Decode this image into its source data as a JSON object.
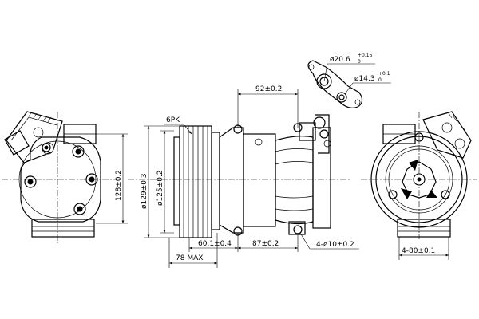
{
  "dimensions": {
    "height_128": "128±0.2",
    "dia_129": "ø129±0.3",
    "dia_125": "ø125±0.2",
    "belt_6pk": "6PK",
    "width_92": "92±0.2",
    "len_60": "60.1±0.4",
    "len_87": "87±0.2",
    "len_78max": "78 MAX",
    "holes_4x10": "4-ø10±0.2",
    "holes_4x80": "4-80±0.1",
    "port_dia20": "ø20.6",
    "port_dia20_tol": "+0.15",
    "port_dia20_tol2": "0",
    "port_dia14": "ø14.3",
    "port_dia14_tol": "+0.1",
    "port_dia14_tol2": "0"
  }
}
